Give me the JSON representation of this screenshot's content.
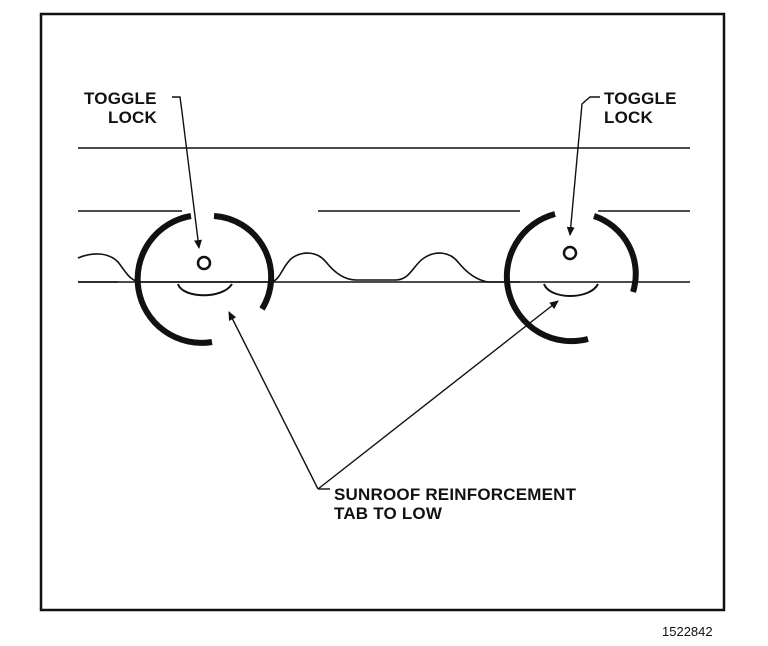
{
  "labels": {
    "toggle_lock_left": [
      "TOGGLE",
      "LOCK"
    ],
    "toggle_lock_right": [
      "TOGGLE",
      "LOCK"
    ],
    "reinforcement_tab": [
      "SUNROOF REINFORCEMENT",
      "TAB TO LOW"
    ]
  },
  "figure_id": "1522842"
}
